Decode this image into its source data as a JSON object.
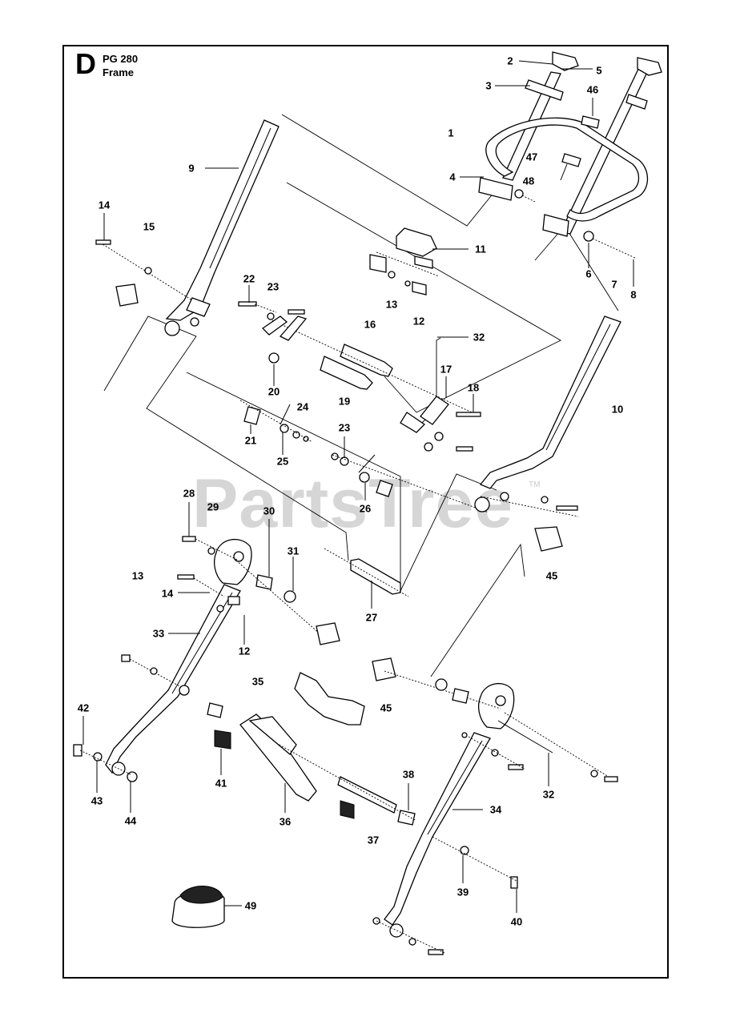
{
  "header": {
    "section_letter": "D",
    "model": "PG 280",
    "title": "Frame"
  },
  "watermark": {
    "text": "PartsTree",
    "trademark": "TM"
  },
  "callouts": [
    {
      "id": "2",
      "label": "2"
    },
    {
      "id": "5",
      "label": "5"
    },
    {
      "id": "3",
      "label": "3"
    },
    {
      "id": "46",
      "label": "46"
    },
    {
      "id": "1",
      "label": "1"
    },
    {
      "id": "47",
      "label": "47"
    },
    {
      "id": "4",
      "label": "4"
    },
    {
      "id": "48",
      "label": "48"
    },
    {
      "id": "9",
      "label": "9"
    },
    {
      "id": "14a",
      "label": "14"
    },
    {
      "id": "15",
      "label": "15"
    },
    {
      "id": "11",
      "label": "11"
    },
    {
      "id": "6",
      "label": "6"
    },
    {
      "id": "7",
      "label": "7"
    },
    {
      "id": "8",
      "label": "8"
    },
    {
      "id": "22",
      "label": "22"
    },
    {
      "id": "23a",
      "label": "23"
    },
    {
      "id": "13a",
      "label": "13"
    },
    {
      "id": "12a",
      "label": "12"
    },
    {
      "id": "16",
      "label": "16"
    },
    {
      "id": "32a",
      "label": "32"
    },
    {
      "id": "17",
      "label": "17"
    },
    {
      "id": "18",
      "label": "18"
    },
    {
      "id": "20",
      "label": "20"
    },
    {
      "id": "19",
      "label": "19"
    },
    {
      "id": "24",
      "label": "24"
    },
    {
      "id": "10",
      "label": "10"
    },
    {
      "id": "21",
      "label": "21"
    },
    {
      "id": "23b",
      "label": "23"
    },
    {
      "id": "25",
      "label": "25"
    },
    {
      "id": "26",
      "label": "26"
    },
    {
      "id": "28",
      "label": "28"
    },
    {
      "id": "29",
      "label": "29"
    },
    {
      "id": "30",
      "label": "30"
    },
    {
      "id": "31",
      "label": "31"
    },
    {
      "id": "13b",
      "label": "13"
    },
    {
      "id": "14b",
      "label": "14"
    },
    {
      "id": "45a",
      "label": "45"
    },
    {
      "id": "27",
      "label": "27"
    },
    {
      "id": "33",
      "label": "33"
    },
    {
      "id": "12b",
      "label": "12"
    },
    {
      "id": "35",
      "label": "35"
    },
    {
      "id": "45b",
      "label": "45"
    },
    {
      "id": "42",
      "label": "42"
    },
    {
      "id": "41",
      "label": "41"
    },
    {
      "id": "32b",
      "label": "32"
    },
    {
      "id": "43",
      "label": "43"
    },
    {
      "id": "44",
      "label": "44"
    },
    {
      "id": "38",
      "label": "38"
    },
    {
      "id": "36",
      "label": "36"
    },
    {
      "id": "34",
      "label": "34"
    },
    {
      "id": "37",
      "label": "37"
    },
    {
      "id": "39",
      "label": "39"
    },
    {
      "id": "49",
      "label": "49"
    },
    {
      "id": "40",
      "label": "40"
    }
  ]
}
